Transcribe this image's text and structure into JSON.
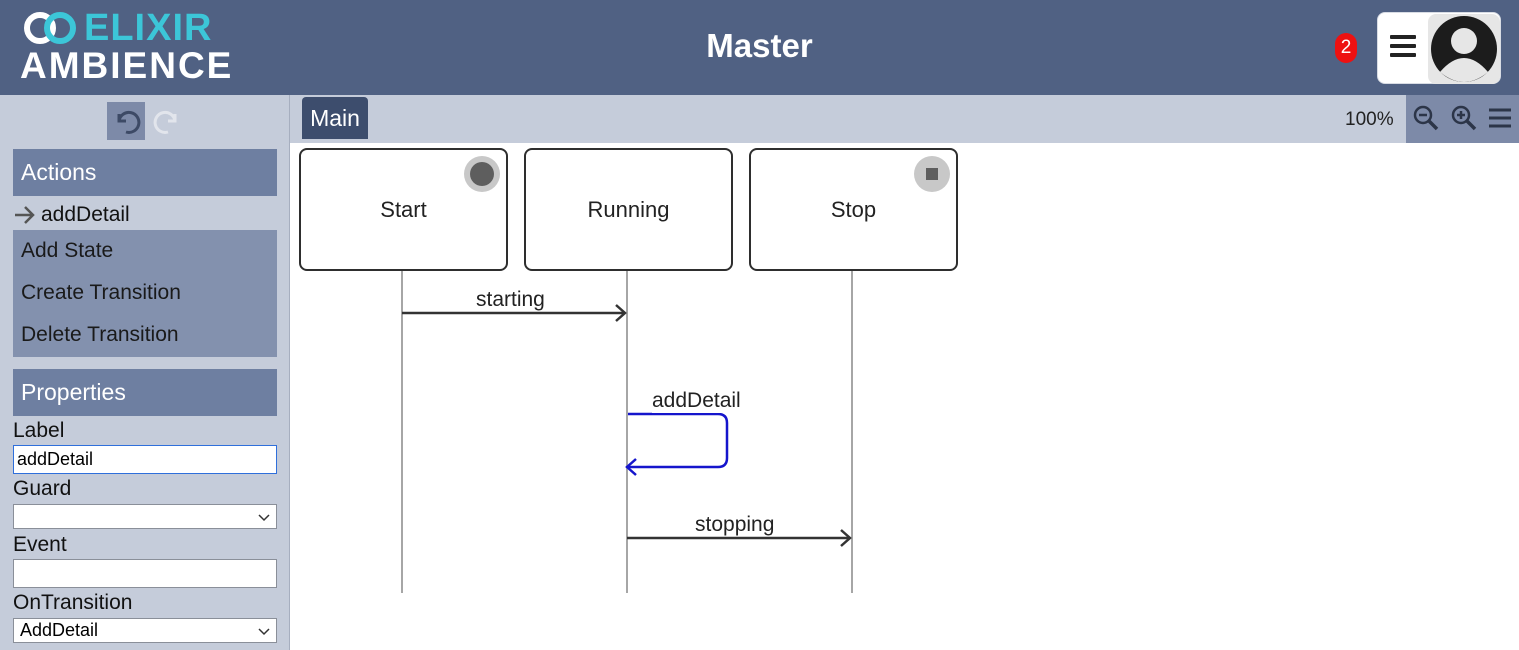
{
  "header": {
    "logo_line1": "ELIXIR",
    "logo_line2": "AMBIENCE",
    "title": "Master",
    "notification_count": "2",
    "menu_icon": "hamburger-icon",
    "avatar_icon": "user-avatar-icon"
  },
  "sidebar": {
    "undo_icon": "undo-icon",
    "redo_icon": "redo-icon",
    "actions_heading": "Actions",
    "current_action": "addDetail",
    "action_items": [
      "Add State",
      "Create Transition",
      "Delete Transition"
    ],
    "properties_heading": "Properties",
    "fields": {
      "label_caption": "Label",
      "label_value": "addDetail",
      "guard_caption": "Guard",
      "guard_value": "",
      "event_caption": "Event",
      "event_value": "",
      "ontransition_caption": "OnTransition",
      "ontransition_value": "AddDetail"
    }
  },
  "main": {
    "tab_label": "Main",
    "zoom_level": "100%",
    "tool_icons": [
      "zoom-out-icon",
      "zoom-in-icon",
      "menu-icon"
    ]
  },
  "diagram": {
    "states": [
      {
        "label": "Start",
        "marker": "start-marker-icon"
      },
      {
        "label": "Running",
        "marker": ""
      },
      {
        "label": "Stop",
        "marker": "stop-marker-icon"
      }
    ],
    "transitions": [
      {
        "label": "starting",
        "from": "Start",
        "to": "Running",
        "selected": false
      },
      {
        "label": "addDetail",
        "from": "Running",
        "to": "Running",
        "selected": true
      },
      {
        "label": "stopping",
        "from": "Running",
        "to": "Stop",
        "selected": false
      }
    ],
    "colors": {
      "selected_transition": "#1515cc",
      "transition": "#333333",
      "header_bg": "#506183",
      "logo_accent": "#3cc6d8"
    }
  }
}
